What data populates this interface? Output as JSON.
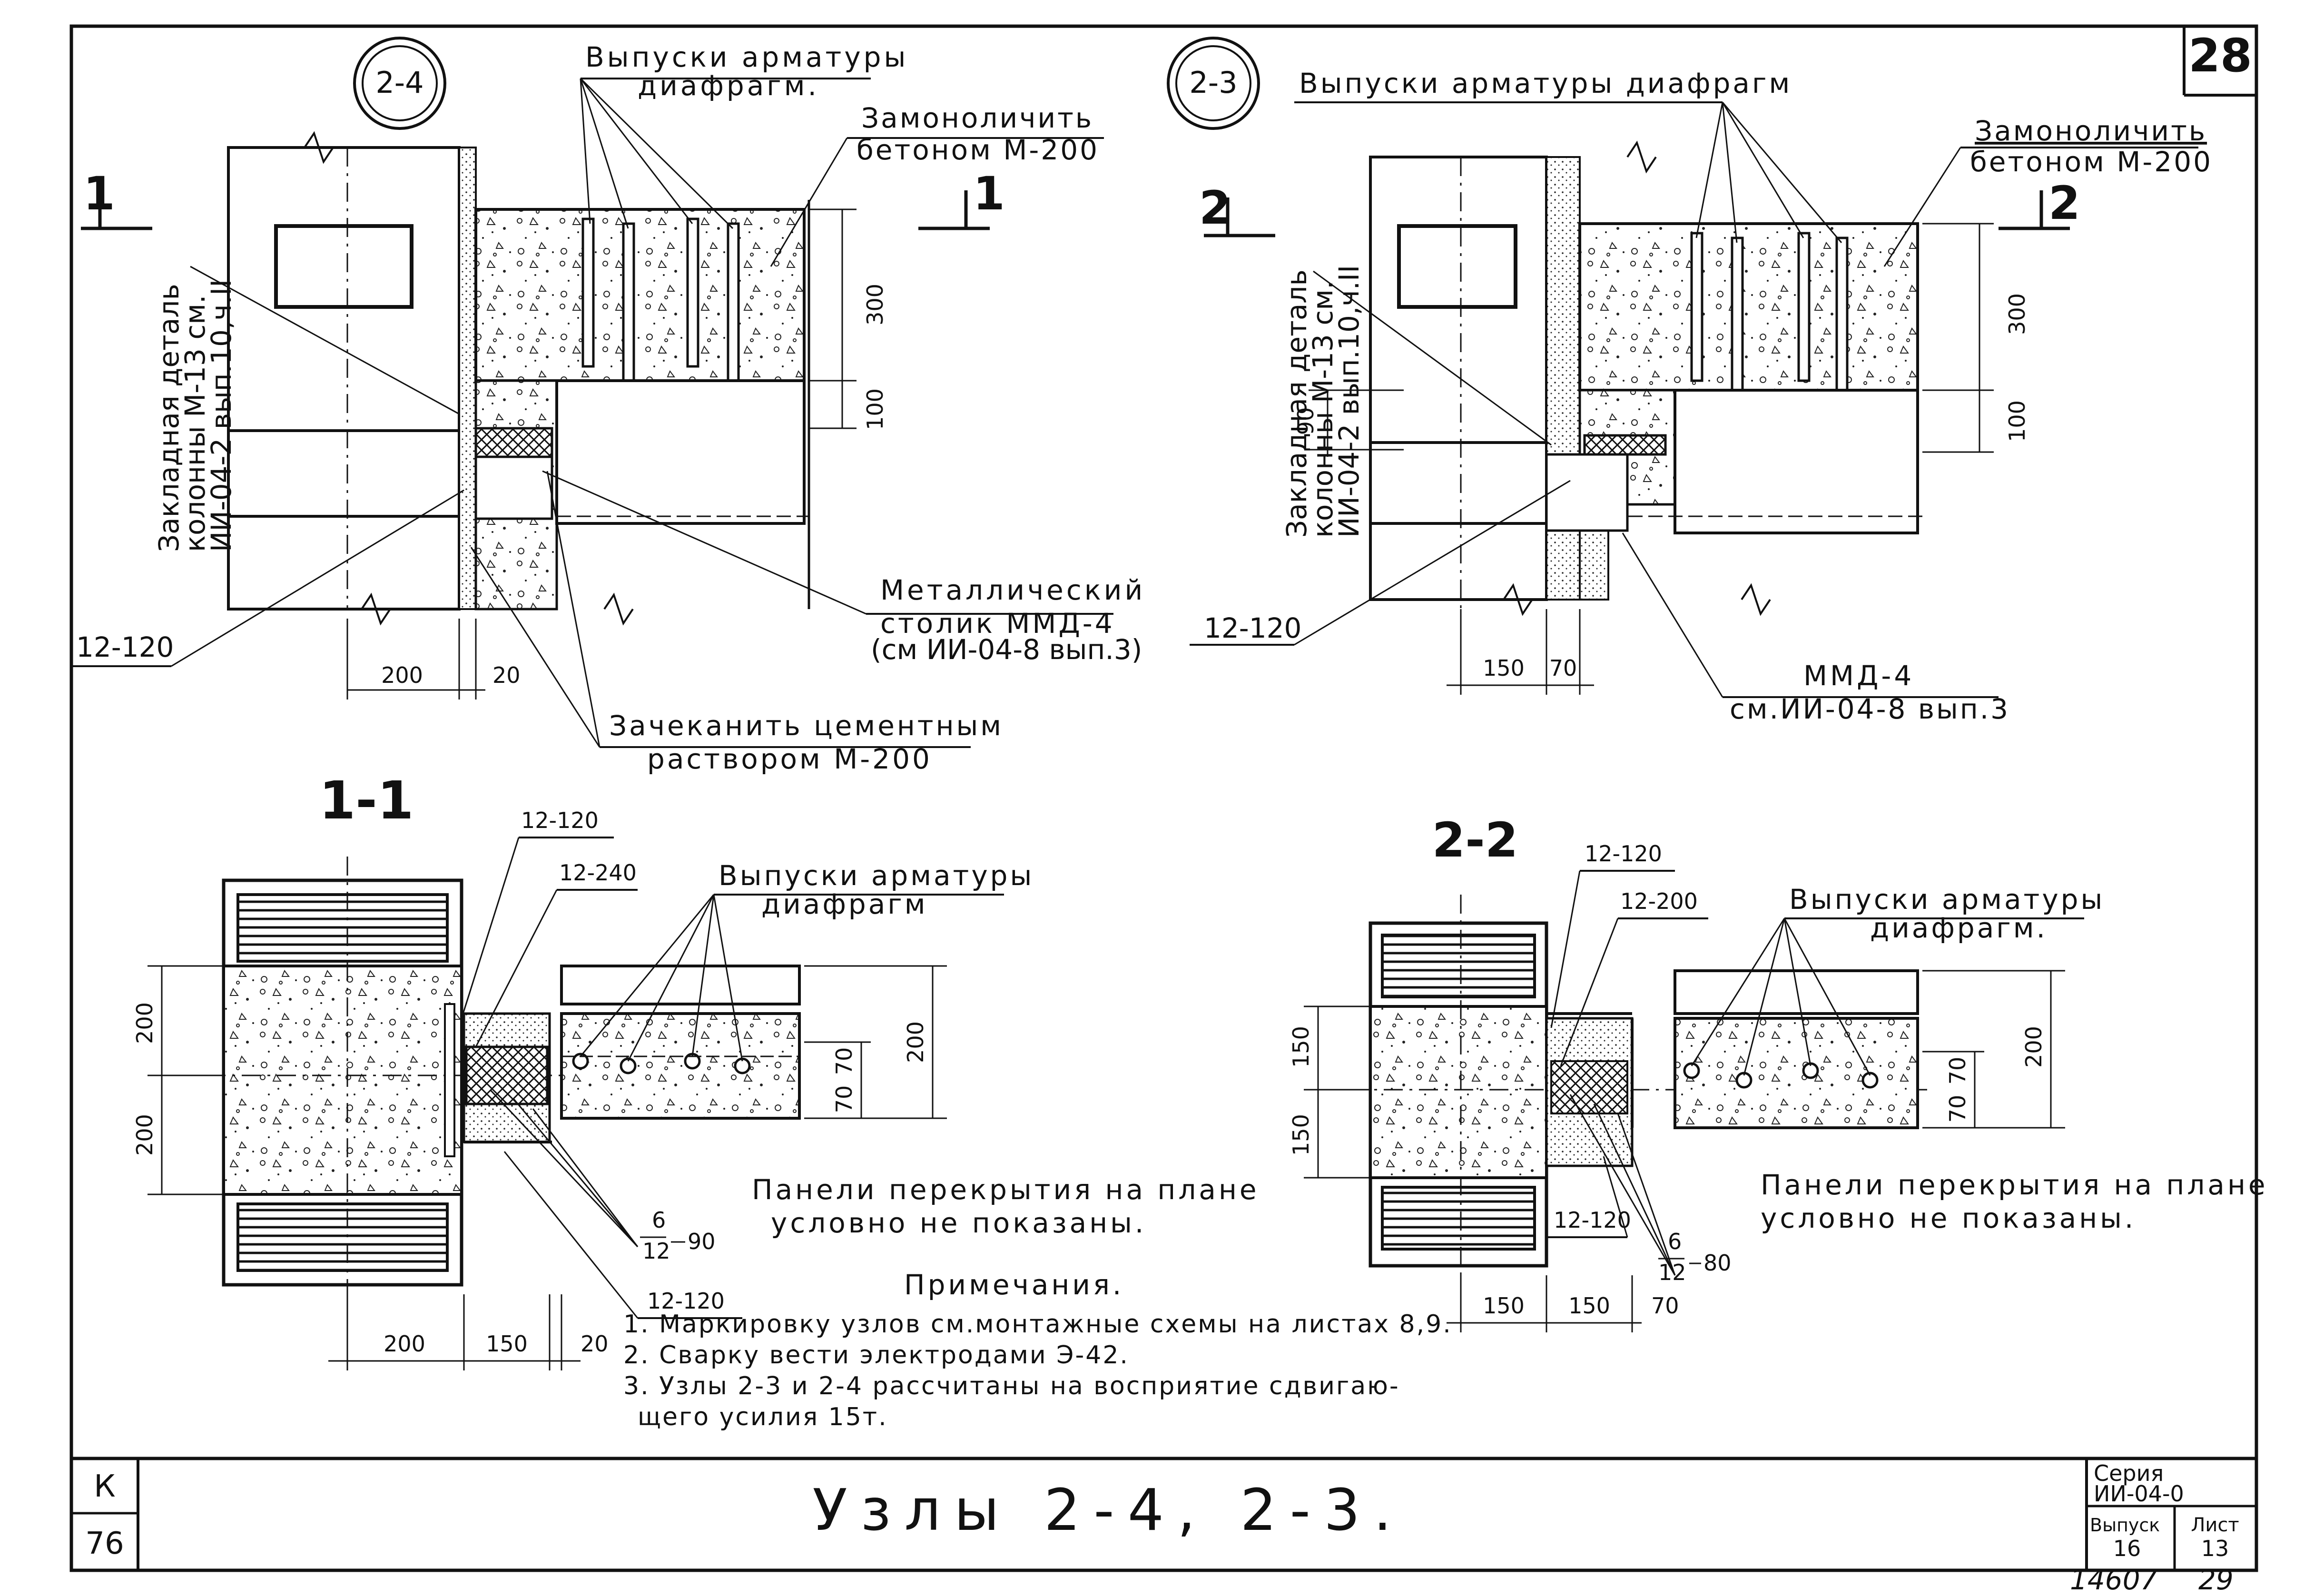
{
  "sheet": {
    "page_number": "28",
    "title": "Узлы 2-4, 2-3.",
    "series_label": "Серия",
    "series_value": "ИИ-04-0",
    "issue_label": "Выпуск",
    "issue_value": "16",
    "sheet_label": "Лист",
    "sheet_value": "13",
    "corner_k": "К",
    "corner_num": "76",
    "inventory": "14607",
    "inventory_page": "29"
  },
  "node_24": {
    "marker": "2-4",
    "rebar_line1": "Выпуски арматуры",
    "rebar_line2": "диафрагм.",
    "concrete_line1": "Замоноличить",
    "concrete_line2": "бетоном М-200",
    "embed_line1": "Закладная деталь",
    "embed_line2": "колонны М-13 см.",
    "embed_line3": "ИИ-04-2 вып.10,ч.II",
    "table_line1": "Металлический",
    "table_line2": "столик ММД-4",
    "table_line3": "(см ИИ-04-8 вып.3)",
    "mortar_line1": "Зачеканить цементным",
    "mortar_line2": "раствором М-200",
    "weld": "12-120",
    "cut_left": "1",
    "cut_right": "1",
    "dim_300": "300",
    "dim_100": "100",
    "dim_200": "200",
    "dim_20": "20"
  },
  "node_23": {
    "marker": "2-3",
    "rebar_label": "Выпуски арматуры диафрагм",
    "concrete_line1": "Замоноличить",
    "concrete_line2": "бетоном М-200",
    "embed_line1": "Закладная деталь",
    "embed_line2": "колонны М-13 см.",
    "embed_line3": "ИИ-04-2 вып.10,ч.II",
    "table_line1": "ММД-4",
    "table_line2": "см.ИИ-04-8 вып.3",
    "weld": "12-120",
    "cut_left": "2",
    "cut_right": "2",
    "dim_300": "300",
    "dim_100": "100",
    "dim_90": "90",
    "dim_150": "150",
    "dim_70": "70"
  },
  "section_11": {
    "title": "1-1",
    "weld_a": "12-120",
    "weld_b": "12-240",
    "weld_c": "12-120",
    "weld_frac_num": "6",
    "weld_frac_den": "12",
    "weld_frac_len": "90",
    "rebar_line1": "Выпуски арматуры",
    "rebar_line2": "диафрагм",
    "panels_line1": "Панели перекрытия на плане",
    "panels_line2": "условно не показаны.",
    "dim_200a": "200",
    "dim_200b": "200",
    "dim_200r": "200",
    "dim_70a": "70",
    "dim_70b": "70",
    "dim_200c": "200",
    "dim_150": "150",
    "dim_20": "20"
  },
  "section_22": {
    "title": "2-2",
    "weld_a": "12-120",
    "weld_b": "12-200",
    "weld_c": "12-120",
    "weld_frac_num": "6",
    "weld_frac_den": "12",
    "weld_frac_len": "80",
    "rebar_line1": "Выпуски арматуры",
    "rebar_line2": "диафрагм.",
    "panels_line1": "Панели перекрытия на плане",
    "panels_line2": "условно не показаны.",
    "dim_150a": "150",
    "dim_150b": "150",
    "dim_200": "200",
    "dim_70a": "70",
    "dim_70b": "70",
    "dim_150c": "150",
    "dim_150d": "150",
    "dim_70c": "70"
  },
  "notes": {
    "heading": "Примечания.",
    "items": [
      "1. Маркировку узлов см.монтажные схемы на листах 8,9.",
      "2. Сварку вести электродами Э-42.",
      "3. Узлы 2-3 и 2-4 рассчитаны на восприятие сдвигаю-",
      "щего усилия 15т."
    ]
  }
}
